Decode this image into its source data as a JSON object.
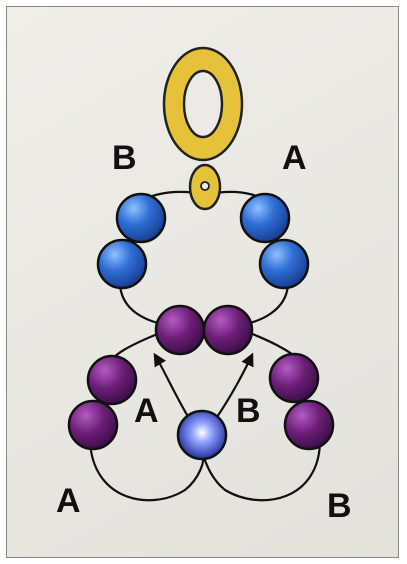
{
  "labels": {
    "top_left": "B",
    "top_right": "A",
    "mid_left": "A",
    "mid_right": "B",
    "bottom_left": "A",
    "bottom_right": "B"
  },
  "colors": {
    "background": "#ebeae5",
    "gold": "#e8c23c",
    "blue_bead": "#2a63c8",
    "purple_bead": "#6e1f78",
    "center_bead": "#1a2da8",
    "thread": "#111111"
  }
}
